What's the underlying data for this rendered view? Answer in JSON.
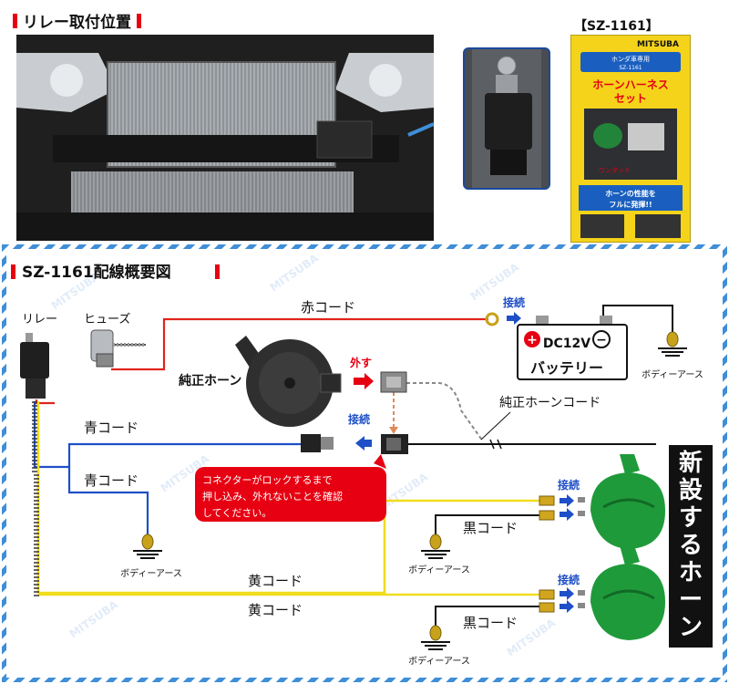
{
  "title_relay_position": "リレー取付位置",
  "product_code_label": "【SZ-1161】",
  "package": {
    "brand": "MITSUBA",
    "badge": "ホンダ車専用",
    "code": "SZ-1161",
    "name_line1": "ホーンハーネス",
    "name_line2": "セット",
    "tag": "ワンタッチ",
    "tagline_line1": "ホーンの性能を",
    "tagline_line2": "フルに発揮!!"
  },
  "watermark": "MITSUBA",
  "diagram": {
    "title": "SZ-1161配線概要図",
    "relay": "リレー",
    "fuse": "ヒューズ",
    "red_cord": "赤コード",
    "connect": "接続",
    "battery_top": "DC12V",
    "battery_bottom": "バッテリー",
    "body_earth": "ボディーアース",
    "stock_horn": "純正ホーン",
    "disconnect": "外す",
    "stock_horn_cord": "純正ホーンコード",
    "blue_cord": "青コード",
    "note_line1": "コネクターがロックするまで",
    "note_line2": "押し込み、外れないことを確認",
    "note_line3": "してください。",
    "yellow_cord": "黄コード",
    "black_cord": "黒コード",
    "new_horn": "新設するホーン"
  },
  "colors": {
    "accent_red": "#e60012",
    "wire_red": "#e0251b",
    "wire_blue": "#1f4fc8",
    "wire_yellow": "#f0dc1e",
    "horn_green": "#1f9a3a",
    "frame_blue": "#3f8ed8"
  }
}
